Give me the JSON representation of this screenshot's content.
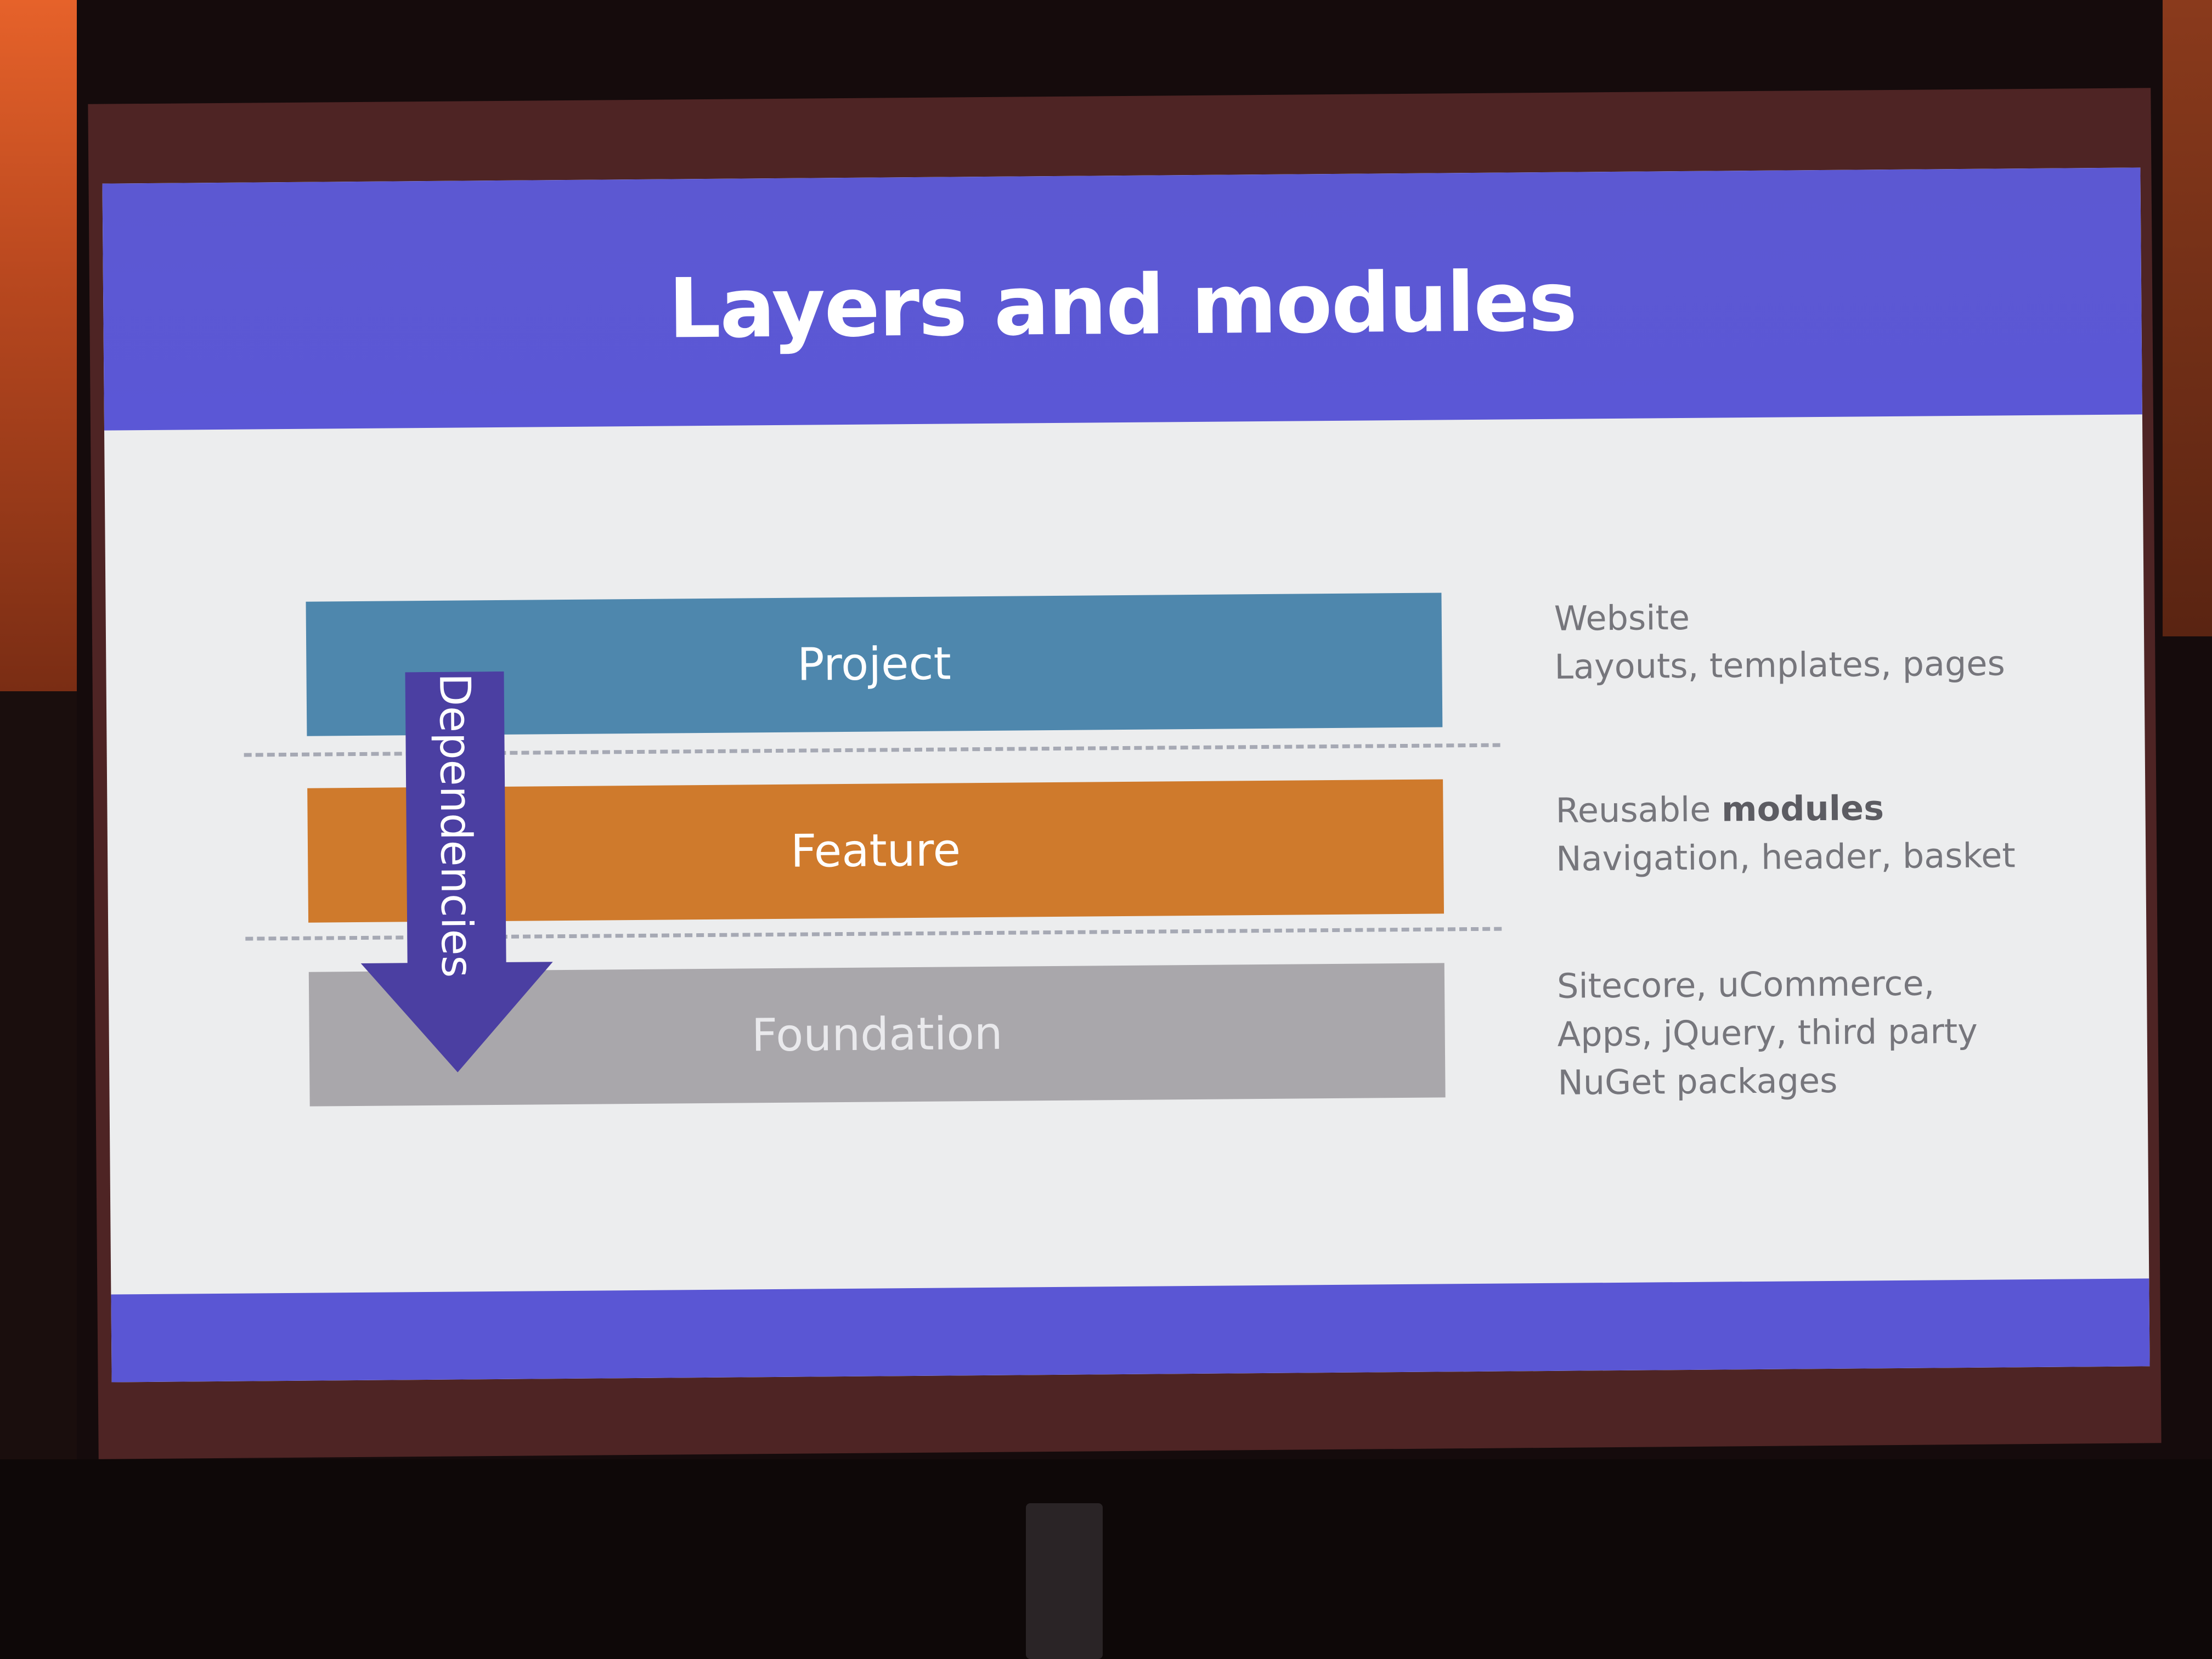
{
  "slide": {
    "title": "Layers and modules",
    "layers": [
      {
        "label": "Project",
        "color": "#4e87ad"
      },
      {
        "label": "Feature",
        "color": "#cf7a2c"
      },
      {
        "label": "Foundation",
        "color": "#a9a7ab"
      }
    ],
    "arrow": {
      "label": "Dependencies",
      "color": "#4b3fa2"
    },
    "descriptions": {
      "project": {
        "line1": "Website",
        "line2": "Layouts, templates, pages"
      },
      "feature": {
        "line1_prefix": "Reusable ",
        "line1_bold": "modules",
        "line2": "Navigation, header, basket"
      },
      "foundation": {
        "line1": "Sitecore, uCommerce,",
        "line2": "Apps, jQuery, third party",
        "line3": "NuGet packages"
      }
    },
    "accent": "#5b57d6"
  }
}
